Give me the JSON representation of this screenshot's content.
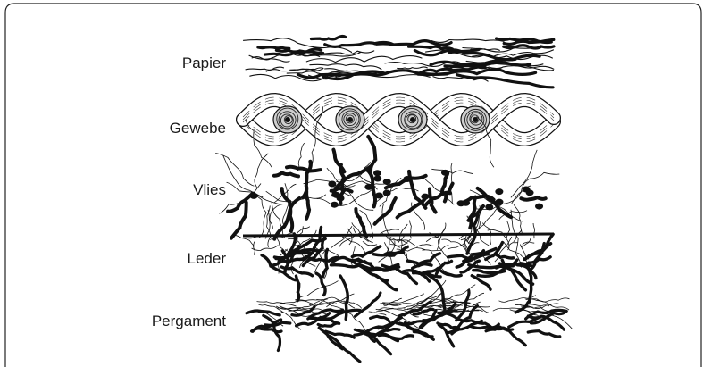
{
  "figure": {
    "rows": [
      {
        "label": "Papier",
        "texture": "paper-fibers"
      },
      {
        "label": "Gewebe",
        "texture": "woven-fabric"
      },
      {
        "label": "Vlies",
        "texture": "nonwoven-fleece"
      },
      {
        "label": "Leder",
        "texture": "leather-fibers"
      },
      {
        "label": "Pergament",
        "texture": "parchment-fibers"
      }
    ]
  }
}
